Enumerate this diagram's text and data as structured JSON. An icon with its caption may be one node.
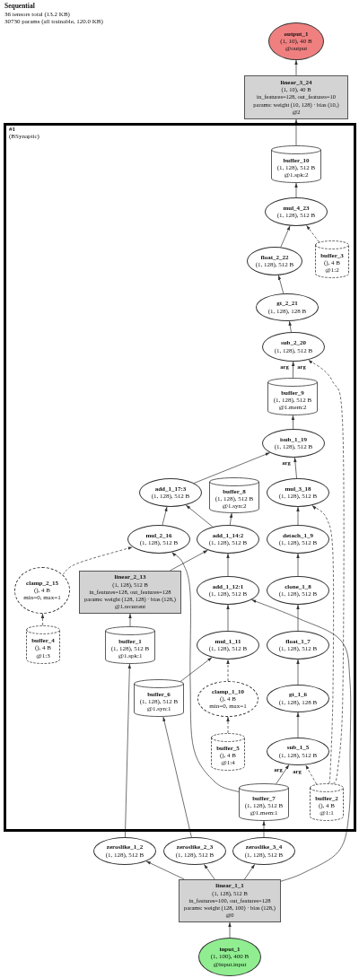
{
  "diagram": {
    "title": "Sequential",
    "nodes": [
      {
        "text": [
          "output_1",
          "(1, 10), 40 B",
          "@output"
        ]
      },
      {
        "text": [
          "linear_3_24",
          "(1, 10), 40 B",
          "in_features=128, out_features=10",
          "params: weight (10, 128) · bias (10,)",
          "@2"
        ]
      },
      {
        "text": [
          "#1",
          "(BSynaptic)"
        ]
      },
      {
        "text": [
          "buffer_10",
          "(1, 128), 512 B",
          "@1.spk:2"
        ],
        "in": 2
      },
      {
        "text": [
          "mul_4_23",
          "(1, 128), 512 B"
        ],
        "in": 2
      },
      {
        "text": [
          "float_2_22",
          "(1, 128), 512 B"
        ],
        "in": 2
      },
      {
        "text": [
          "buffer_3",
          "(), 4 B",
          "@1:2"
        ],
        "in": 2
      },
      {
        "text": [
          "gt_2_21",
          "(1, 128), 128 B"
        ],
        "in": 2
      },
      {
        "text": [
          "sub_2_20",
          "(1, 128), 512 B"
        ],
        "in": 2
      },
      {
        "text": [
          "buffer_9",
          "(1, 128), 512 B",
          "@1.mem:2"
        ],
        "in": 2
      },
      {
        "text": [
          "isub_1_19",
          "(1, 128), 512 B"
        ],
        "in": 2
      },
      {
        "text": [
          "add_1_17:3",
          "(1, 128), 512 B"
        ],
        "in": 2
      },
      {
        "text": [
          "buffer_8",
          "(1, 128), 512 B",
          "@1.syn:2"
        ],
        "in": 2
      },
      {
        "text": [
          "mul_3_18",
          "(1, 128), 512 B"
        ],
        "in": 2
      },
      {
        "text": [
          "mul_2_16",
          "(1, 128), 512 B"
        ],
        "in": 2
      },
      {
        "text": [
          "add_1_14:2",
          "(1, 128), 512 B"
        ],
        "in": 2
      },
      {
        "text": [
          "detach_1_9",
          "(1, 128), 512 B"
        ],
        "in": 2
      },
      {
        "text": [
          "clamp_2_15",
          "(), 4 B",
          "min=0, max=1"
        ],
        "in": 2
      },
      {
        "text": [
          "linear_2_13",
          "(1, 128), 512 B",
          "in_features=128, out_features=128",
          "params: weight (128, 128) · bias (128,)",
          "@1.recurrent"
        ],
        "in": 2
      },
      {
        "text": [
          "add_1_12:1",
          "(1, 128), 512 B"
        ],
        "in": 2
      },
      {
        "text": [
          "clone_1_8",
          "(1, 128), 512 B"
        ],
        "in": 2
      },
      {
        "text": [
          "buffer_4",
          "(), 4 B",
          "@1:3"
        ],
        "in": 2
      },
      {
        "text": [
          "buffer_1",
          "(1, 128), 512 B",
          "@1.spk:1"
        ],
        "in": 2
      },
      {
        "text": [
          "mul_1_11",
          "(1, 128), 512 B"
        ],
        "in": 2
      },
      {
        "text": [
          "float_1_7",
          "(1, 128), 512 B"
        ],
        "in": 2
      },
      {
        "text": [
          "buffer_6",
          "(1, 128), 512 B",
          "@1.syn:1"
        ],
        "in": 2
      },
      {
        "text": [
          "clamp_1_10",
          "(), 4 B",
          "min=0, max=1"
        ],
        "in": 2
      },
      {
        "text": [
          "gt_1_6",
          "(1, 128), 128 B"
        ],
        "in": 2
      },
      {
        "text": [
          "buffer_5",
          "(), 4 B",
          "@1:4"
        ],
        "in": 2
      },
      {
        "text": [
          "sub_1_5",
          "(1, 128), 512 B"
        ],
        "in": 2
      },
      {
        "text": [
          "buffer_7",
          "(1, 128), 512 B",
          "@1.mem:1"
        ],
        "in": 2
      },
      {
        "text": [
          "buffer_2",
          "(), 4 B",
          "@1:1"
        ],
        "in": 2
      },
      {
        "text": [
          "zeroslike_1_2",
          "(1, 128), 512 B"
        ]
      },
      {
        "text": [
          "zeroslike_2_3",
          "(1, 128), 512 B"
        ]
      },
      {
        "text": [
          "zeroslike_3_4",
          "(1, 128), 512 B"
        ]
      },
      {
        "text": [
          "linear_1_1",
          "(1, 128), 512 B",
          "in_features=100, out_features=128",
          "params: weight (128, 100) · bias (128,)",
          "@0"
        ]
      },
      {
        "text": [
          "input_1",
          "(1, 100), 400 B",
          "@input.input"
        ]
      }
    ],
    "edges": [
      {
        "from": 36,
        "to": 35,
        "arrow": "to"
      },
      {
        "from": 35,
        "to": 32,
        "arrow": "to"
      },
      {
        "from": 35,
        "to": 33,
        "arrow": "to"
      },
      {
        "from": 35,
        "to": 34,
        "arrow": "to"
      },
      {
        "from": 35,
        "to": 19,
        "arrow": "to"
      },
      {
        "from": 32,
        "to": 22,
        "arrow": "to"
      },
      {
        "from": 33,
        "to": 25,
        "arrow": "to"
      },
      {
        "from": 34,
        "to": 30,
        "arrow": "to"
      },
      {
        "from": 30,
        "to": 29,
        "arrow": "to",
        "label": "arg"
      },
      {
        "from": 31,
        "to": 29,
        "arrow": "to",
        "label": "arg",
        "style": "dashed"
      },
      {
        "from": 30,
        "to": 14,
        "arrow": "to"
      },
      {
        "from": 31,
        "to": 13,
        "arrow": "to",
        "style": "dashed"
      },
      {
        "from": 31,
        "to": 8,
        "arrow": "to",
        "label": "arg",
        "style": "dashed"
      },
      {
        "from": 29,
        "to": 27,
        "arrow": "to"
      },
      {
        "from": 27,
        "to": 24,
        "arrow": "to"
      },
      {
        "from": 24,
        "to": 20,
        "arrow": "to"
      },
      {
        "from": 20,
        "to": 16,
        "arrow": "to"
      },
      {
        "from": 16,
        "to": 13,
        "arrow": "to"
      },
      {
        "from": 28,
        "to": 26,
        "arrow": "to",
        "style": "dashed"
      },
      {
        "from": 26,
        "to": 23,
        "arrow": "to",
        "style": "dashed"
      },
      {
        "from": 25,
        "to": 23,
        "arrow": "to"
      },
      {
        "from": 23,
        "to": 19,
        "arrow": "to"
      },
      {
        "from": 19,
        "to": 15,
        "arrow": "to"
      },
      {
        "from": 18,
        "to": 15,
        "arrow": "to"
      },
      {
        "from": 22,
        "to": 18,
        "arrow": "to"
      },
      {
        "from": 21,
        "to": 17,
        "arrow": "to",
        "style": "dashed"
      },
      {
        "from": 17,
        "to": 14,
        "arrow": "to",
        "style": "dashed"
      },
      {
        "from": 14,
        "to": 11,
        "arrow": "to"
      },
      {
        "from": 15,
        "to": 11,
        "arrow": "to"
      },
      {
        "from": 15,
        "to": 12,
        "arrow": "to"
      },
      {
        "from": 11,
        "to": 10,
        "arrow": "to"
      },
      {
        "from": 13,
        "to": 10,
        "arrow": "to",
        "label": "arg"
      },
      {
        "from": 10,
        "to": 9,
        "arrow": "to"
      },
      {
        "from": 9,
        "to": 8,
        "arrow": "to",
        "label": "arg"
      },
      {
        "from": 8,
        "to": 7,
        "arrow": "to"
      },
      {
        "from": 7,
        "to": 5,
        "arrow": "to"
      },
      {
        "from": 5,
        "to": 4,
        "arrow": "to"
      },
      {
        "from": 6,
        "to": 4,
        "arrow": "to",
        "style": "dashed"
      },
      {
        "from": 4,
        "to": 3,
        "arrow": "to"
      },
      {
        "from": 3,
        "to": 1,
        "arrow": "to"
      },
      {
        "from": 1,
        "to": 0,
        "arrow": "to"
      }
    ],
    "labels": [
      "36 tensors total (13.2 KB)",
      "30730 params (all trainable, 120.0 KB)"
    ]
  }
}
